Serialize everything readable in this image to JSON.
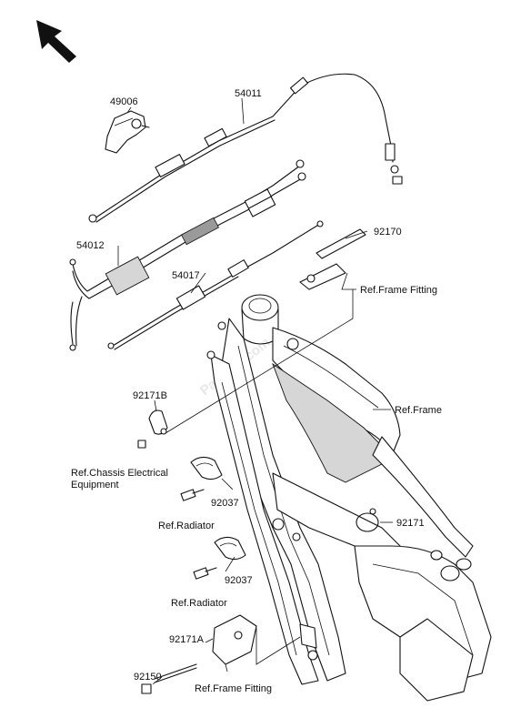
{
  "watermark": "Partzilla.com",
  "labels": {
    "p49006": "49006",
    "p54011": "54011",
    "p54012": "54012",
    "p54017": "54017",
    "p92170": "92170",
    "ref_frame_fitting_top": "Ref.Frame Fitting",
    "p92171b": "92171B",
    "ref_frame": "Ref.Frame",
    "ref_chassis_line1": "Ref.Chassis Electrical",
    "ref_chassis_line2": "Equipment",
    "p92037_upper": "92037",
    "ref_radiator_upper": "Ref.Radiator",
    "p92171": "92171",
    "p92037_lower": "92037",
    "ref_radiator_lower": "Ref.Radiator",
    "p92171a": "92171A",
    "p92150": "92150",
    "ref_frame_fitting_bottom": "Ref.Frame Fitting"
  },
  "icons": {
    "direction": "arrow-up-left-icon"
  }
}
